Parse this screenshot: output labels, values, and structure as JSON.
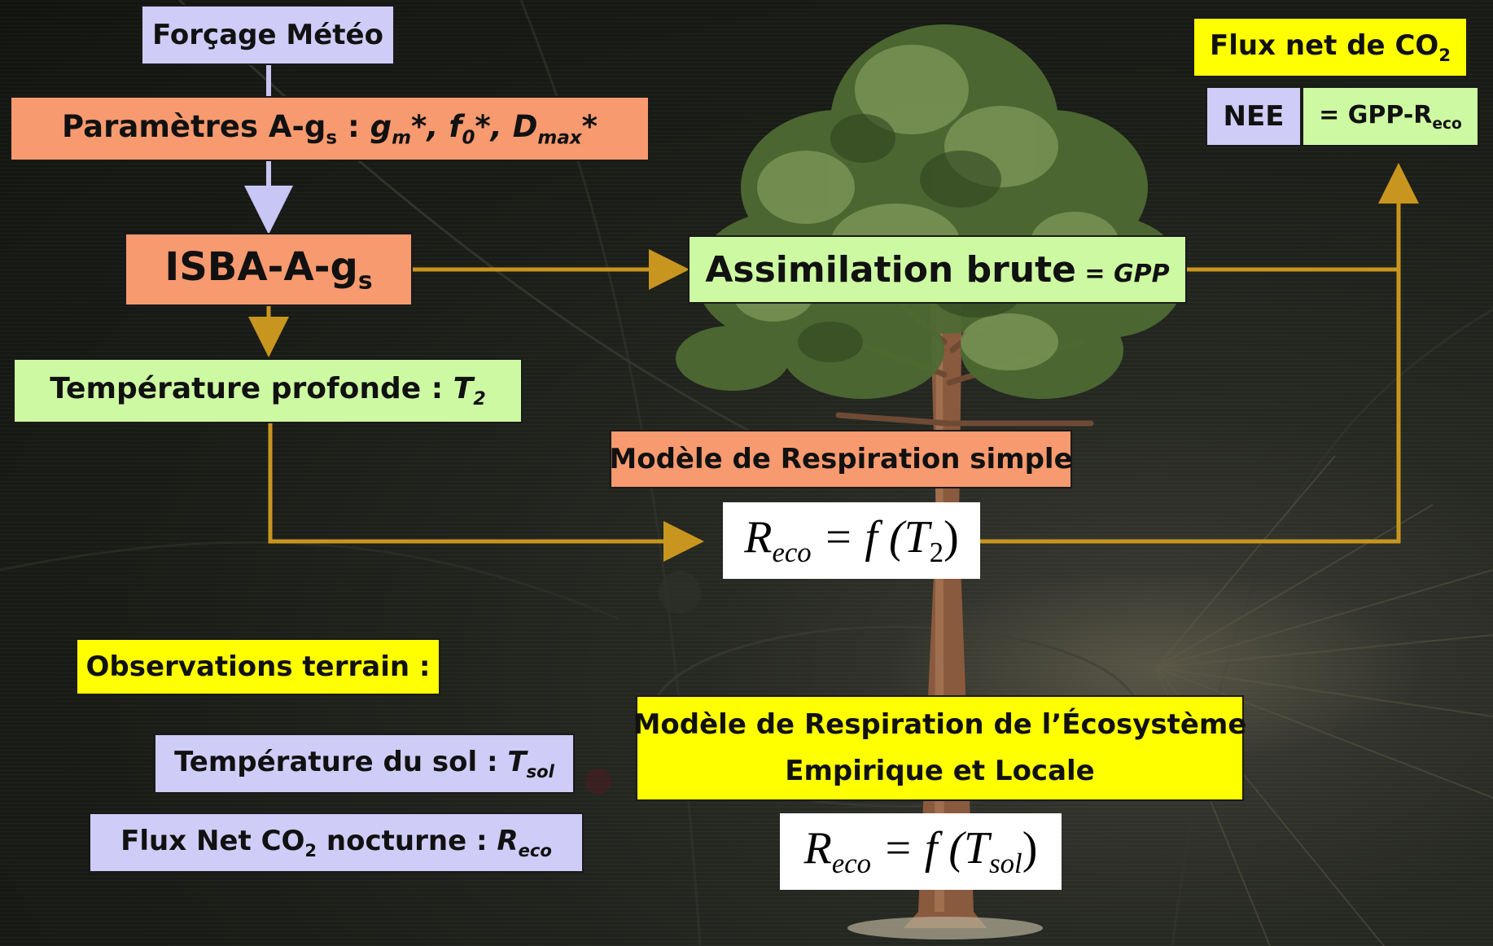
{
  "colors": {
    "lavender": "#cfccf7",
    "salmon": "#f79a6f",
    "green": "#cdf9a2",
    "yellow": "#ffff00",
    "arrow_gold": "#c8961e",
    "arrow_lavender": "#c8c6f4"
  },
  "icons": {
    "tree": "pine-tree-illustration"
  },
  "boxes": {
    "forcage": "Forçage Météo",
    "parametres": {
      "prefix": "Paramètres A-g",
      "sub": "s",
      "sep": " : ",
      "gm": "g",
      "gm_sub": "m",
      "star1": "*, ",
      "f0": "f",
      "f0_sub": "0",
      "star2": "*, ",
      "dmax": "D",
      "dmax_sub": "max",
      "star3": "*"
    },
    "isba": {
      "text": "ISBA-A-g",
      "sub": "s"
    },
    "temp_profonde": {
      "text": "Température profonde  :  ",
      "var": "T",
      "var_sub": "2"
    },
    "assimilation": {
      "text": "Assimilation brute",
      "eq": " = ",
      "var": "GPP"
    },
    "flux_net": {
      "text": "Flux net de CO",
      "sub": "2"
    },
    "nee": "NEE",
    "gpp_reco": {
      "text": "= GPP-R",
      "sub": "eco"
    },
    "respiration_simple": "Modèle de Respiration simple",
    "eq1": {
      "lhs": "R",
      "lhs_sub": "eco",
      "mid": " = f (T",
      "arg_sub": "2",
      "end": ")"
    },
    "observations": "Observations terrain :",
    "temp_sol": {
      "text": "Température du sol  :  ",
      "var": "T",
      "var_sub": "sol"
    },
    "flux_nocturne": {
      "text": "Flux Net CO",
      "sub": "2",
      "mid": " nocturne   :  ",
      "var": "R",
      "var_sub": "eco"
    },
    "respiration_ecosysteme": {
      "line1": "Modèle de Respiration de l’Écosystème",
      "line2": "Empirique et Locale"
    },
    "eq2": {
      "lhs": "R",
      "lhs_sub": "eco",
      "mid": " = f (T",
      "arg_sub": "sol",
      "end": ")"
    }
  }
}
